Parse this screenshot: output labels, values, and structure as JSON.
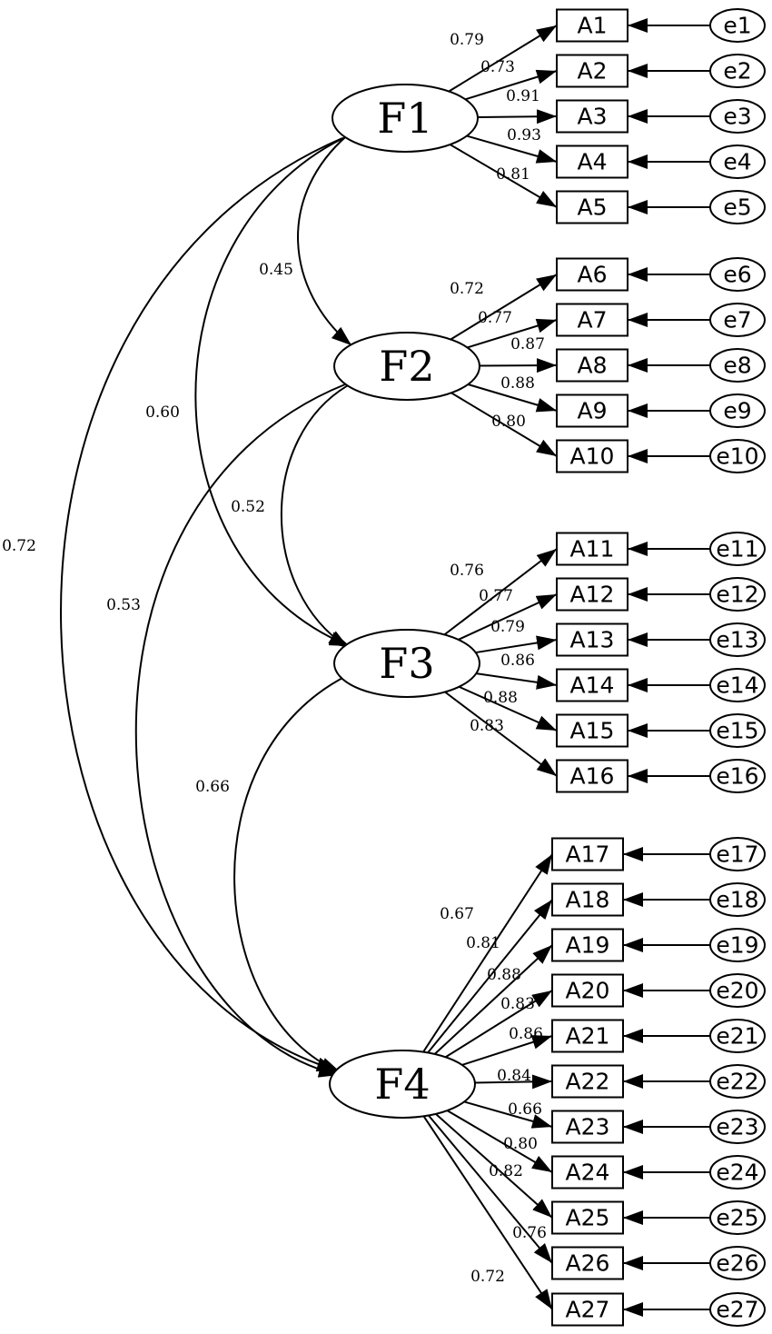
{
  "diagram": {
    "factors": [
      {
        "id": "F1",
        "label": "F1"
      },
      {
        "id": "F2",
        "label": "F2"
      },
      {
        "id": "F3",
        "label": "F3"
      },
      {
        "id": "F4",
        "label": "F4"
      }
    ],
    "items": [
      "A1",
      "A2",
      "A3",
      "A4",
      "A5",
      "A6",
      "A7",
      "A8",
      "A9",
      "A10",
      "A11",
      "A12",
      "A13",
      "A14",
      "A15",
      "A16",
      "A17",
      "A18",
      "A19",
      "A20",
      "A21",
      "A22",
      "A23",
      "A24",
      "A25",
      "A26",
      "A27"
    ],
    "errors": [
      "e1",
      "e2",
      "e3",
      "e4",
      "e5",
      "e6",
      "e7",
      "e8",
      "e9",
      "e10",
      "e11",
      "e12",
      "e13",
      "e14",
      "e15",
      "e16",
      "e17",
      "e18",
      "e19",
      "e20",
      "e21",
      "e22",
      "e23",
      "e24",
      "e25",
      "e26",
      "e27"
    ],
    "loadings": [
      {
        "factor": "F1",
        "item": "A1",
        "value": "0.79"
      },
      {
        "factor": "F1",
        "item": "A2",
        "value": "0.73"
      },
      {
        "factor": "F1",
        "item": "A3",
        "value": "0.91"
      },
      {
        "factor": "F1",
        "item": "A4",
        "value": "0.93"
      },
      {
        "factor": "F1",
        "item": "A5",
        "value": "0.81"
      },
      {
        "factor": "F2",
        "item": "A6",
        "value": "0.72"
      },
      {
        "factor": "F2",
        "item": "A7",
        "value": "0.77"
      },
      {
        "factor": "F2",
        "item": "A8",
        "value": "0.87"
      },
      {
        "factor": "F2",
        "item": "A9",
        "value": "0.88"
      },
      {
        "factor": "F2",
        "item": "A10",
        "value": "0.80"
      },
      {
        "factor": "F3",
        "item": "A11",
        "value": "0.76"
      },
      {
        "factor": "F3",
        "item": "A12",
        "value": "0.77"
      },
      {
        "factor": "F3",
        "item": "A13",
        "value": "0.79"
      },
      {
        "factor": "F3",
        "item": "A14",
        "value": "0.86"
      },
      {
        "factor": "F3",
        "item": "A15",
        "value": "0.88"
      },
      {
        "factor": "F3",
        "item": "A16",
        "value": "0.83"
      },
      {
        "factor": "F4",
        "item": "A17",
        "value": "0.67"
      },
      {
        "factor": "F4",
        "item": "A18",
        "value": "0.81"
      },
      {
        "factor": "F4",
        "item": "A19",
        "value": "0.88"
      },
      {
        "factor": "F4",
        "item": "A20",
        "value": "0.83"
      },
      {
        "factor": "F4",
        "item": "A21",
        "value": "0.86"
      },
      {
        "factor": "F4",
        "item": "A22",
        "value": "0.84"
      },
      {
        "factor": "F4",
        "item": "A23",
        "value": "0.66"
      },
      {
        "factor": "F4",
        "item": "A24",
        "value": "0.80"
      },
      {
        "factor": "F4",
        "item": "A25",
        "value": "0.82"
      },
      {
        "factor": "F4",
        "item": "A26",
        "value": "0.76"
      },
      {
        "factor": "F4",
        "item": "A27",
        "value": "0.72"
      }
    ],
    "correlations": [
      {
        "from": "F1",
        "to": "F2",
        "value": "0.45"
      },
      {
        "from": "F2",
        "to": "F3",
        "value": "0.52"
      },
      {
        "from": "F3",
        "to": "F4",
        "value": "0.66"
      },
      {
        "from": "F1",
        "to": "F3",
        "value": "0.60"
      },
      {
        "from": "F2",
        "to": "F4",
        "value": "0.53"
      },
      {
        "from": "F1",
        "to": "F4",
        "value": "0.72"
      }
    ],
    "colors": {
      "line": "#000000",
      "background": "#ffffff"
    }
  }
}
